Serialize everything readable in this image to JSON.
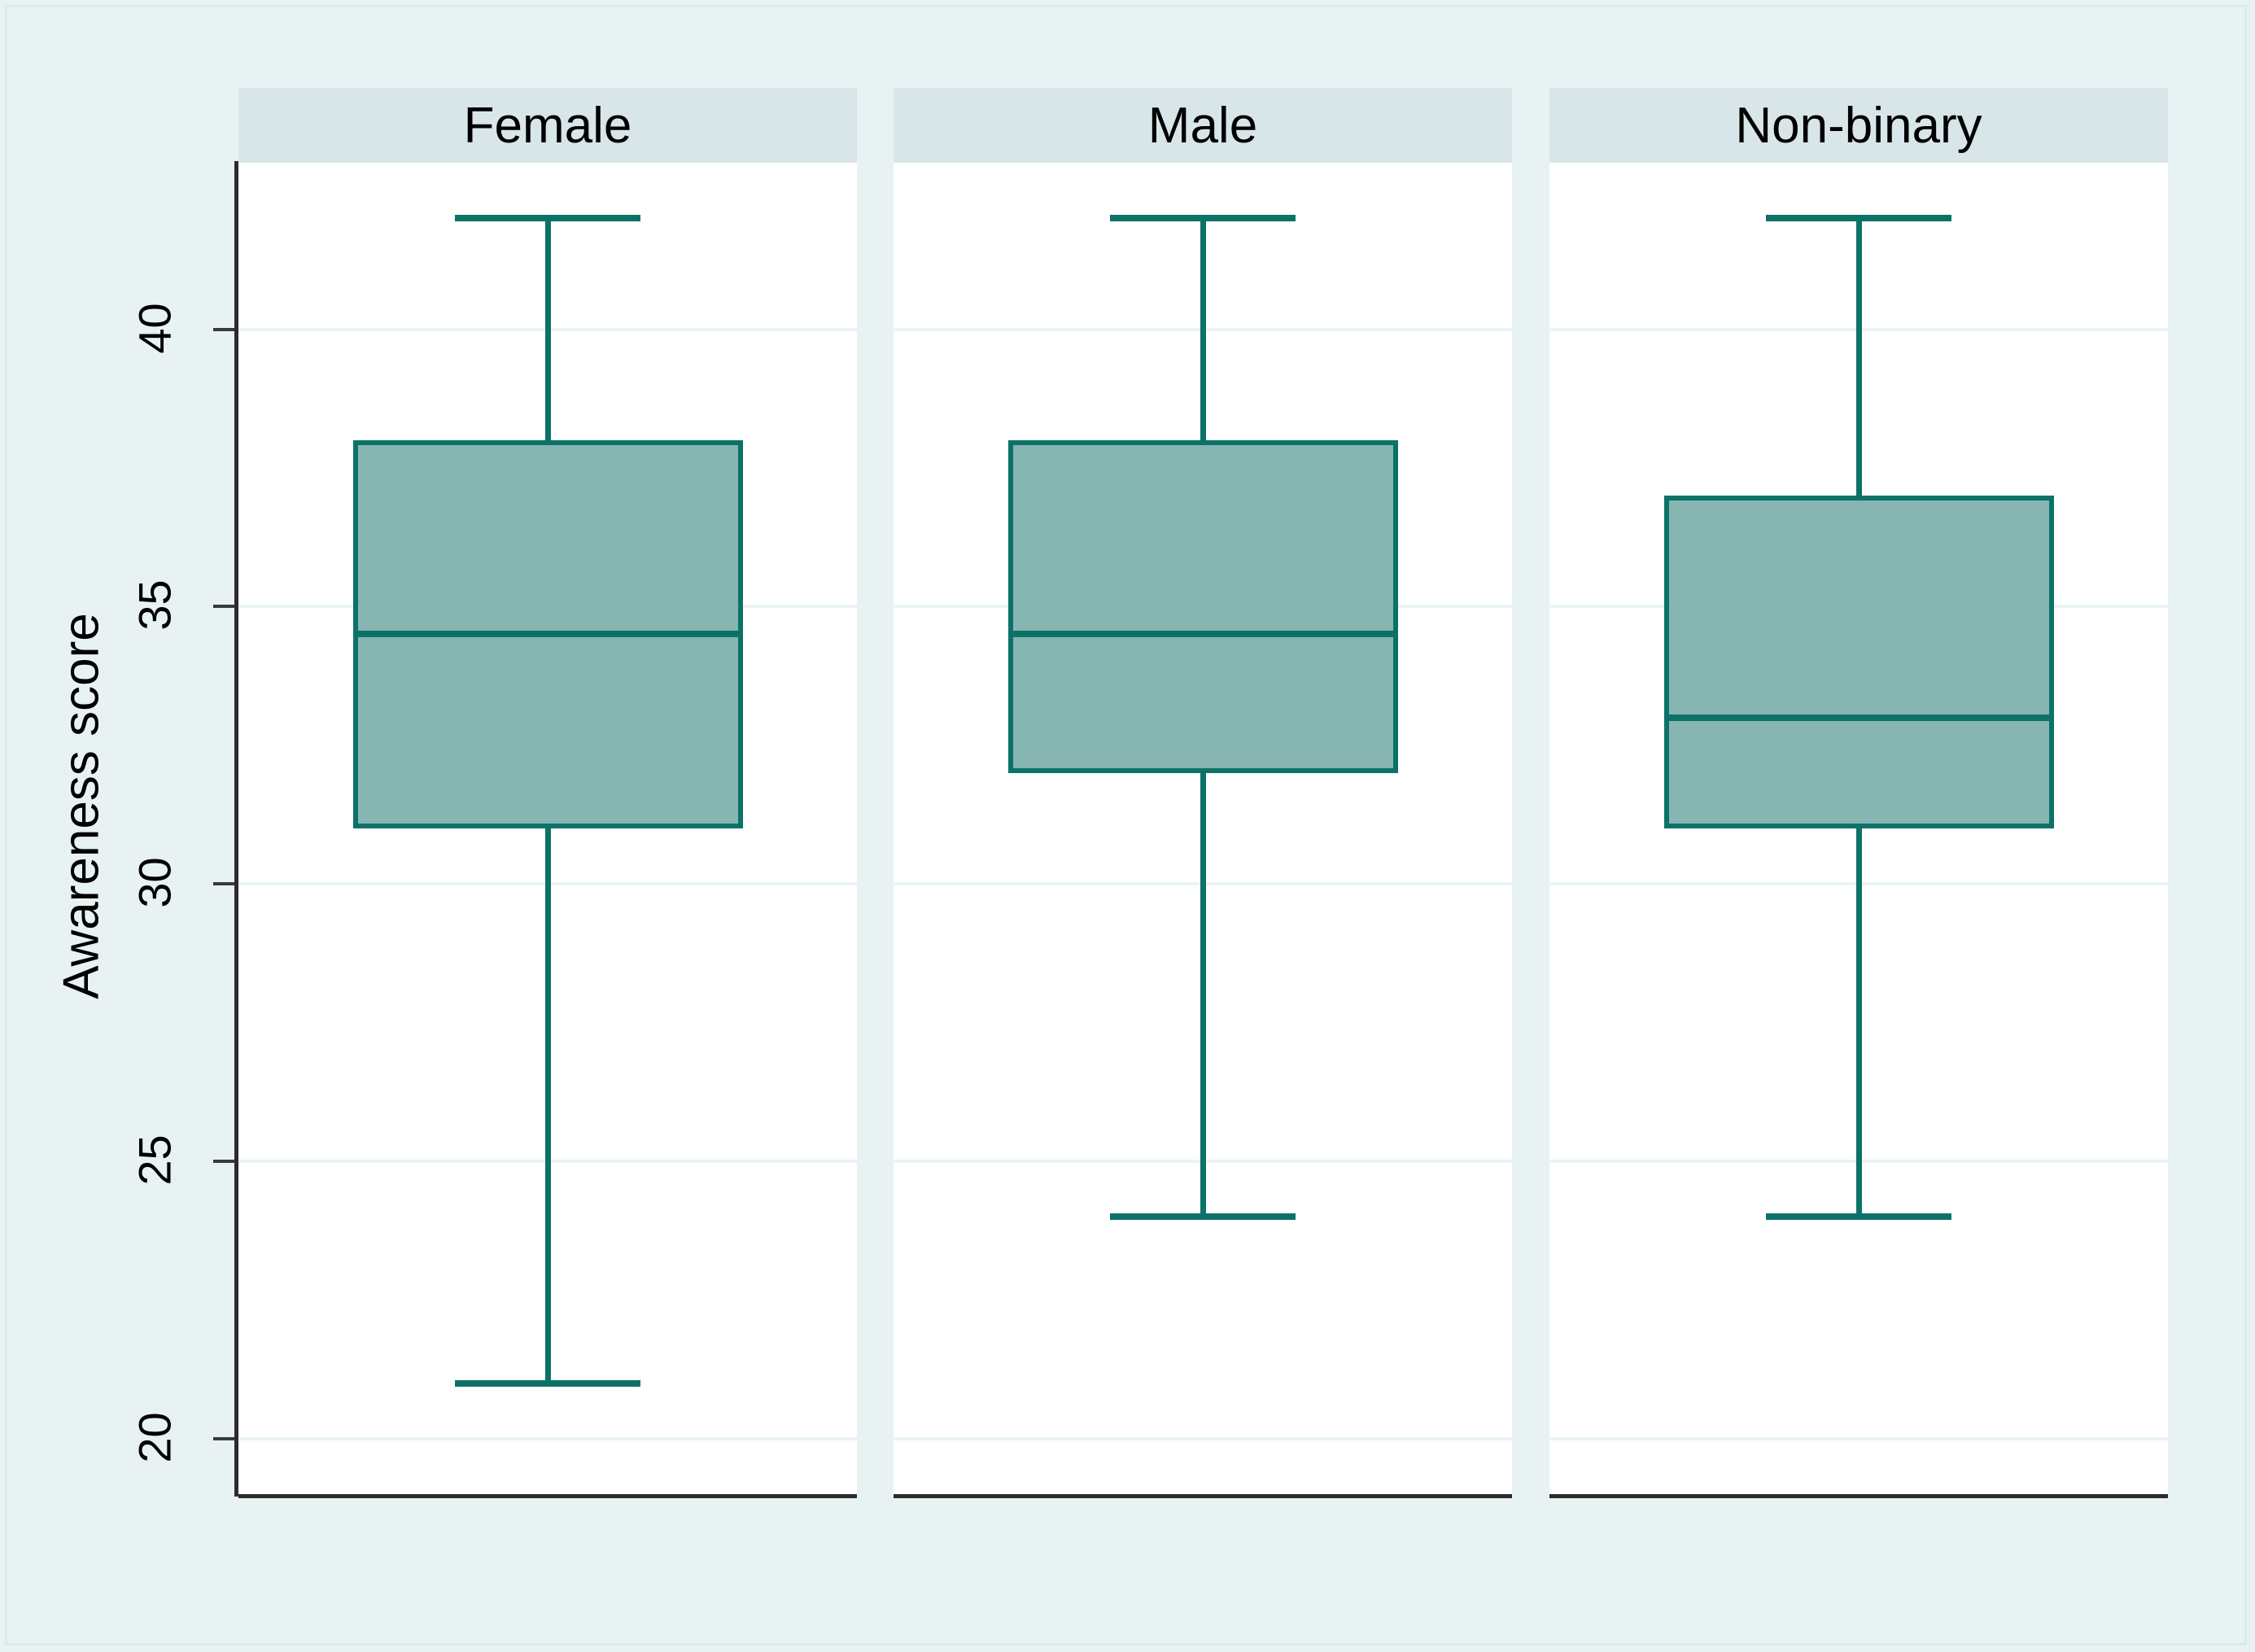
{
  "figure": {
    "background_color": "#e8f2f2",
    "panel_background_color": "#ffffff",
    "panel_header_color": "#d8e6ea",
    "box_fill_color": "#86b5b2",
    "box_line_color": "#0c7268",
    "gridline_color": "#eaf4f6",
    "axis_color": "#2b2b2b"
  },
  "axis": {
    "y_title": "Awareness score",
    "y_ticks": [
      "20",
      "25",
      "30",
      "35",
      "40"
    ]
  },
  "panels": [
    {
      "label": "Female"
    },
    {
      "label": "Male"
    },
    {
      "label": "Non-binary"
    }
  ],
  "chart_data": {
    "type": "box",
    "title": "",
    "xlabel": "",
    "ylabel": "Awareness score",
    "ylim": [
      19,
      43
    ],
    "yticks": [
      20,
      25,
      30,
      35,
      40
    ],
    "grid": true,
    "legend": "none",
    "categories": [
      "Female",
      "Male",
      "Non-binary"
    ],
    "series": [
      {
        "name": "Female",
        "whisker_low": 21,
        "q1": 31,
        "median": 34.5,
        "q3": 38,
        "whisker_high": 42
      },
      {
        "name": "Male",
        "whisker_low": 24,
        "q1": 32,
        "median": 34.5,
        "q3": 38,
        "whisker_high": 42
      },
      {
        "name": "Non-binary",
        "whisker_low": 24,
        "q1": 31,
        "median": 33,
        "q3": 37,
        "whisker_high": 42
      }
    ]
  }
}
